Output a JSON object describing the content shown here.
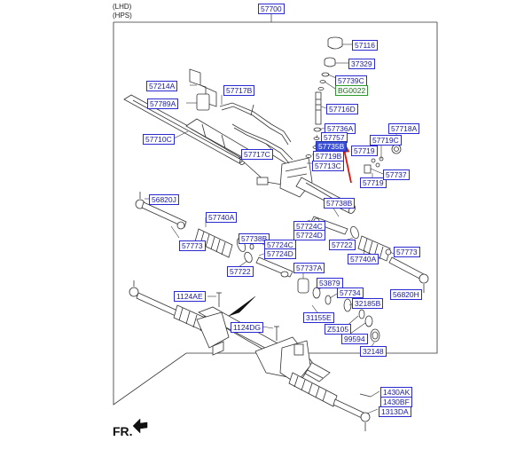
{
  "header": {
    "line1": "(LHD)",
    "line2": "(HPS)"
  },
  "orientation_label": "FR.",
  "top_label": "57700",
  "labels": [
    {
      "id": "57116",
      "text": "57116"
    },
    {
      "id": "37329",
      "text": "37329"
    },
    {
      "id": "57739C",
      "text": "57739C"
    },
    {
      "id": "BG0022",
      "text": "BG0022"
    },
    {
      "id": "57716D",
      "text": "57716D"
    },
    {
      "id": "57214A",
      "text": "57214A"
    },
    {
      "id": "57717B",
      "text": "57717B"
    },
    {
      "id": "57789A",
      "text": "57789A"
    },
    {
      "id": "57710C",
      "text": "57710C"
    },
    {
      "id": "57736A",
      "text": "57736A"
    },
    {
      "id": "57757",
      "text": "57757"
    },
    {
      "id": "57735B",
      "text": "57735B"
    },
    {
      "id": "57718A",
      "text": "57718A"
    },
    {
      "id": "57719C",
      "text": "57719C"
    },
    {
      "id": "57719a",
      "text": "57719"
    },
    {
      "id": "57719b",
      "text": "57719"
    },
    {
      "id": "57737",
      "text": "57737"
    },
    {
      "id": "57717C",
      "text": "57717C"
    },
    {
      "id": "57719B",
      "text": "57719B"
    },
    {
      "id": "57713C",
      "text": "57713C"
    },
    {
      "id": "56820J",
      "text": "56820J"
    },
    {
      "id": "57738B_r",
      "text": "57738B"
    },
    {
      "id": "57740A_l",
      "text": "57740A"
    },
    {
      "id": "57724C_r",
      "text": "57724C"
    },
    {
      "id": "57724D_r",
      "text": "57724D"
    },
    {
      "id": "57773_l",
      "text": "57773"
    },
    {
      "id": "57738B_l",
      "text": "57738B"
    },
    {
      "id": "57724C_l",
      "text": "57724C"
    },
    {
      "id": "57724D_l",
      "text": "57724D"
    },
    {
      "id": "57722_r",
      "text": "57722"
    },
    {
      "id": "57740A_r",
      "text": "57740A"
    },
    {
      "id": "57773_r",
      "text": "57773"
    },
    {
      "id": "57722_l",
      "text": "57722"
    },
    {
      "id": "57737A",
      "text": "57737A"
    },
    {
      "id": "53879",
      "text": "53879"
    },
    {
      "id": "57734",
      "text": "57734"
    },
    {
      "id": "56820H",
      "text": "56820H"
    },
    {
      "id": "1124AE",
      "text": "1124AE"
    },
    {
      "id": "32185B",
      "text": "32185B"
    },
    {
      "id": "31155E",
      "text": "31155E"
    },
    {
      "id": "1124DG",
      "text": "1124DG"
    },
    {
      "id": "Z5105",
      "text": "Z5105"
    },
    {
      "id": "99594",
      "text": "99594"
    },
    {
      "id": "32148",
      "text": "32148"
    },
    {
      "id": "1430AK",
      "text": "1430AK"
    },
    {
      "id": "1430BF",
      "text": "1430BF"
    },
    {
      "id": "1313DA",
      "text": "1313DA"
    }
  ],
  "colors": {
    "label_border": "#2a2ad0",
    "highlight": "#3a50d8",
    "arrow": "#e01010",
    "line": "#333333"
  }
}
